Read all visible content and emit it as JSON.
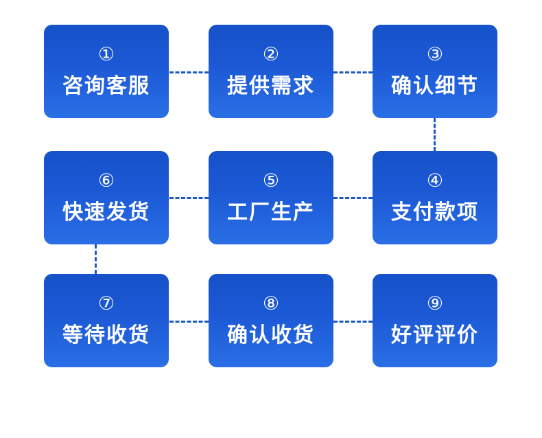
{
  "diagram": {
    "type": "process-flow",
    "title": "",
    "colors": {
      "box_gradient_top": "#1552c8",
      "box_gradient_bottom": "#2a6fe6",
      "connector": "#1a56c4",
      "text": "#ffffff",
      "background": "#ffffff"
    },
    "steps": [
      {
        "number": "①",
        "label": "咨询客服",
        "row": 1,
        "col": 1
      },
      {
        "number": "②",
        "label": "提供需求",
        "row": 1,
        "col": 2
      },
      {
        "number": "③",
        "label": "确认细节",
        "row": 1,
        "col": 3
      },
      {
        "number": "④",
        "label": "支付款项",
        "row": 2,
        "col": 3
      },
      {
        "number": "⑤",
        "label": "工厂生产",
        "row": 2,
        "col": 2
      },
      {
        "number": "⑥",
        "label": "快速发货",
        "row": 2,
        "col": 1
      },
      {
        "number": "⑦",
        "label": "等待收货",
        "row": 3,
        "col": 1
      },
      {
        "number": "⑧",
        "label": "确认收货",
        "row": 3,
        "col": 2
      },
      {
        "number": "⑨",
        "label": "好评评价",
        "row": 3,
        "col": 3
      }
    ],
    "connectors": [
      {
        "from": "①",
        "to": "②",
        "orientation": "horizontal"
      },
      {
        "from": "②",
        "to": "③",
        "orientation": "horizontal"
      },
      {
        "from": "③",
        "to": "④",
        "orientation": "vertical"
      },
      {
        "from": "④",
        "to": "⑤",
        "orientation": "horizontal"
      },
      {
        "from": "⑤",
        "to": "⑥",
        "orientation": "horizontal"
      },
      {
        "from": "⑥",
        "to": "⑦",
        "orientation": "vertical"
      },
      {
        "from": "⑦",
        "to": "⑧",
        "orientation": "horizontal"
      },
      {
        "from": "⑧",
        "to": "⑨",
        "orientation": "horizontal"
      }
    ]
  }
}
